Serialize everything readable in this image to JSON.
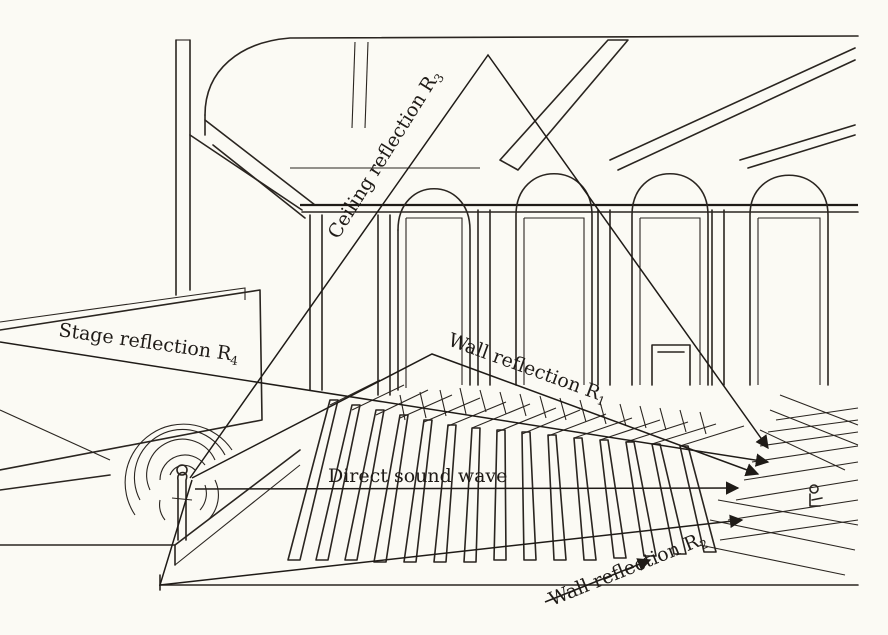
{
  "labels": {
    "ceiling": {
      "text": "Ceiling reflection R",
      "sub": "3"
    },
    "stage": {
      "text": "Stage reflection R",
      "sub": "4"
    },
    "wall1": {
      "text": "Wall reflection R",
      "sub": "1"
    },
    "direct": {
      "text": "Direct sound wave"
    },
    "wall2": {
      "text": "Wall reflection R",
      "sub": "2"
    }
  },
  "colors": {
    "ink": "#1f1b17",
    "paper": "#fbfaf4"
  }
}
